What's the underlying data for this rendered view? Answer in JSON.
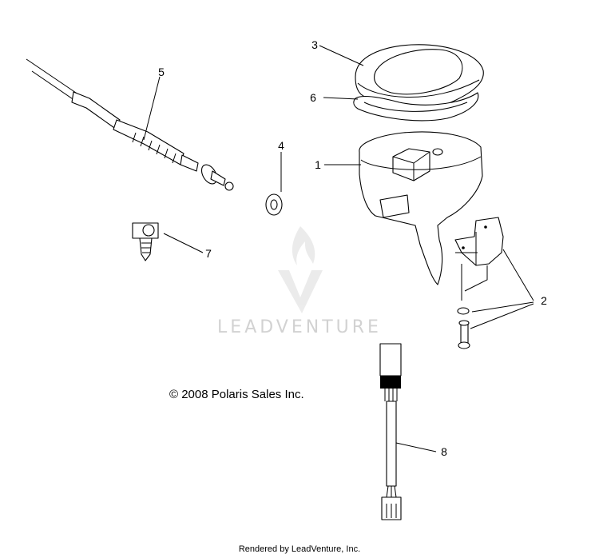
{
  "callouts": {
    "c1": "1",
    "c2": "2",
    "c3": "3",
    "c4": "4",
    "c5": "5",
    "c6": "6",
    "c7": "7",
    "c8": "8"
  },
  "copyright": "© 2008 Polaris Sales Inc.",
  "watermark": "LEADVENTURE",
  "footer": "Rendered by LeadVenture, Inc."
}
